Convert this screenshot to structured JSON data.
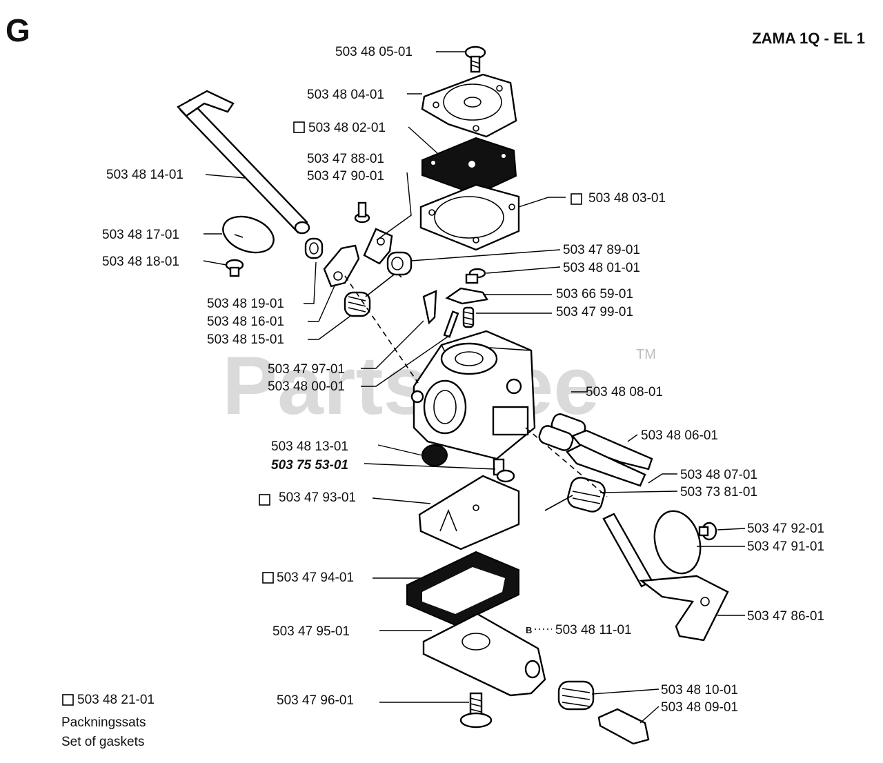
{
  "section_letter": "G",
  "model_title": "ZAMA 1Q - EL 1",
  "watermark": "PartsTree",
  "watermark_tm": "TM",
  "labels": {
    "p_480501": "503 48 05-01",
    "p_480401": "503 48 04-01",
    "p_480201": "503 48 02-01",
    "p_478801": "503 47 88-01",
    "p_479001": "503 47 90-01",
    "p_481401": "503 48 14-01",
    "p_480301": "503 48 03-01",
    "p_481701": "503 48 17-01",
    "p_481801": "503 48 18-01",
    "p_478901": "503 47 89-01",
    "p_480101": "503 48 01-01",
    "p_666901": "503 66 59-01",
    "p_479901": "503 47 99-01",
    "p_481901": "503 48 19-01",
    "p_481601": "503 48 16-01",
    "p_481501": "503 48 15-01",
    "p_479701": "503 47 97-01",
    "p_480001": "503 48 00-01",
    "p_480801": "503 48 08-01",
    "p_480601": "503 48 06-01",
    "p_481301": "503 48 13-01",
    "p_755301": "503 75 53-01",
    "p_480701": "503 48 07-01",
    "p_738101": "503 73 81-01",
    "p_479301": "503 47 93-01",
    "p_479201": "503 47 92-01",
    "p_479101": "503 47 91-01",
    "p_479401": "503 47 94-01",
    "p_478601": "503 47 86-01",
    "p_479501": "503 47 95-01",
    "p_481101": "503 48 11-01",
    "p_481101_mark": "B",
    "p_482101": "503 48 21-01",
    "p_479601": "503 47 96-01",
    "p_481001": "503 48 10-01",
    "p_480901": "503 48 09-01"
  },
  "gasket_kit": {
    "line1": "Packningssats",
    "line2": "Set of gaskets"
  }
}
